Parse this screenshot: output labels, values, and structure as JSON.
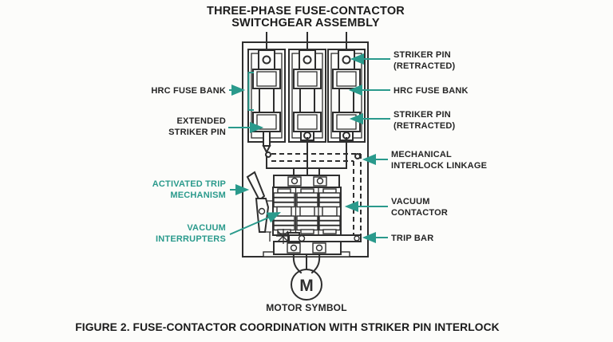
{
  "figure": {
    "title_line1": "THREE-PHASE FUSE-CONTACTOR",
    "title_line2": "SWITCHGEAR ASSEMBLY",
    "caption": "FIGURE 2. FUSE-CONTACTOR COORDINATION WITH STRIKER PIN INTERLOCK"
  },
  "labels": {
    "hrc_left": "HRC FUSE BANK",
    "extended_1": "EXTENDED",
    "extended_2": "STRIKER PIN",
    "activated_1": "ACTIVATED TRIP",
    "activated_2": "MECHANISM",
    "interrupters_1": "VACUUM",
    "interrupters_2": "INTERRUPTERS",
    "striker_top_1": "STRIKER PIN",
    "striker_top_2": "(RETRACTED)",
    "hrc_right": "HRC FUSE BANK",
    "striker_bottom_1": "STRIKER PIN",
    "striker_bottom_2": "(RETRACTED)",
    "interlock_1": "MECHANICAL",
    "interlock_2": "INTERLOCK LINKAGE",
    "contactor_1": "VACUUM",
    "contactor_2": "CONTACTOR",
    "trip_bar": "TRIP BAR"
  },
  "motor": {
    "letter": "M",
    "label": "MOTOR SYMBOL"
  },
  "icons": {
    "motor_symbol": "circle-with-M",
    "callout_arrow": "teal-arrowhead",
    "fuse_bank_bracket": "teal-bracket",
    "interlock_linkage": "dashed-line-path"
  },
  "colors": {
    "accent": "#2a9a8c",
    "line": "#2e2e2e",
    "label_text": "#252525",
    "background": "#fcfcfa"
  }
}
